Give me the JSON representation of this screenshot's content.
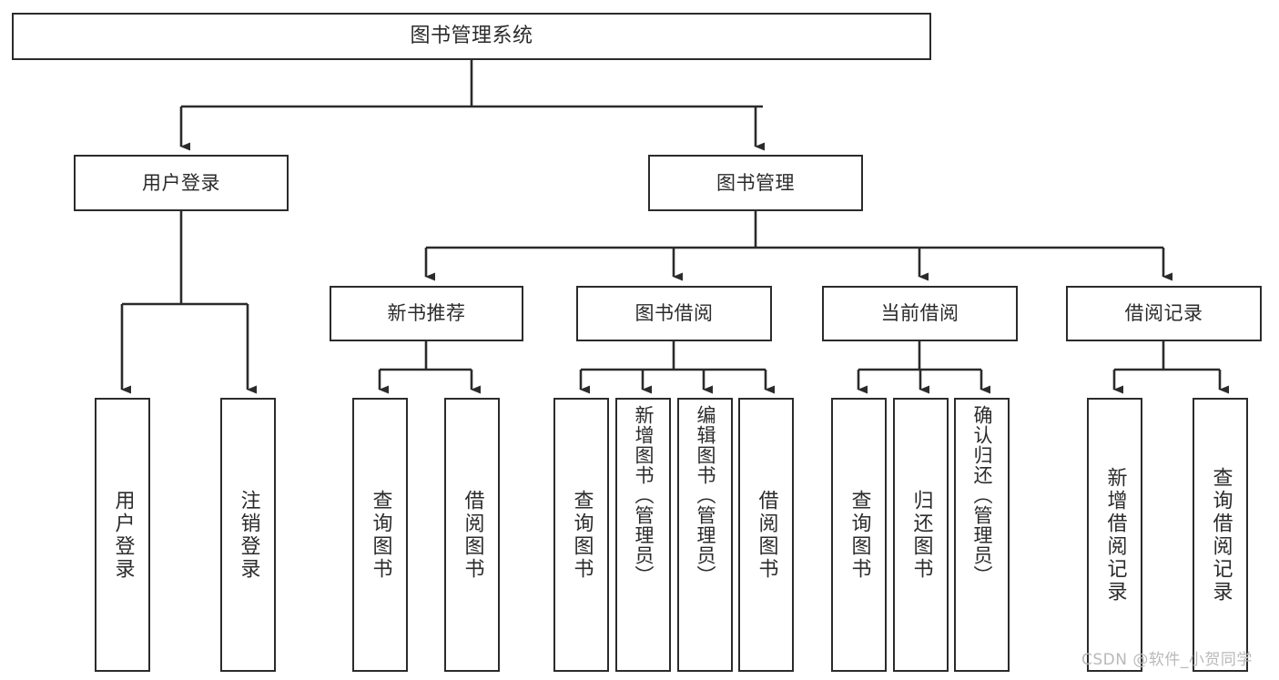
{
  "diagram": {
    "title": "图书管理系统",
    "type": "tree",
    "stroke_color": "#2b2b2b",
    "fill_color": "#ffffff",
    "text_color": "#2b2b2b"
  },
  "nodes": {
    "root": {
      "label": "图书管理系统"
    },
    "level2": [
      {
        "label": "用户登录"
      },
      {
        "label": "图书管理"
      }
    ],
    "level3": [
      {
        "label": "新书推荐"
      },
      {
        "label": "图书借阅"
      },
      {
        "label": "当前借阅"
      },
      {
        "label": "借阅记录"
      }
    ],
    "leaves": {
      "user_login": [
        {
          "label": "用户登录"
        },
        {
          "label": "注销登录"
        }
      ],
      "new_book_recommend": [
        {
          "label": "查询图书"
        },
        {
          "label": "借阅图书"
        }
      ],
      "book_borrow": [
        {
          "label": "查询图书"
        },
        {
          "label": "新增图书（管理员）"
        },
        {
          "label": "编辑图书（管理员）"
        },
        {
          "label": "借阅图书"
        }
      ],
      "current_borrow": [
        {
          "label": "查询图书"
        },
        {
          "label": "归还图书"
        },
        {
          "label": "确认归还（管理员）"
        }
      ],
      "borrow_record": [
        {
          "label": "新增借阅记录"
        },
        {
          "label": "查询借阅记录"
        }
      ]
    }
  },
  "watermark": {
    "text": "CSDN @软件_小贺同学"
  }
}
